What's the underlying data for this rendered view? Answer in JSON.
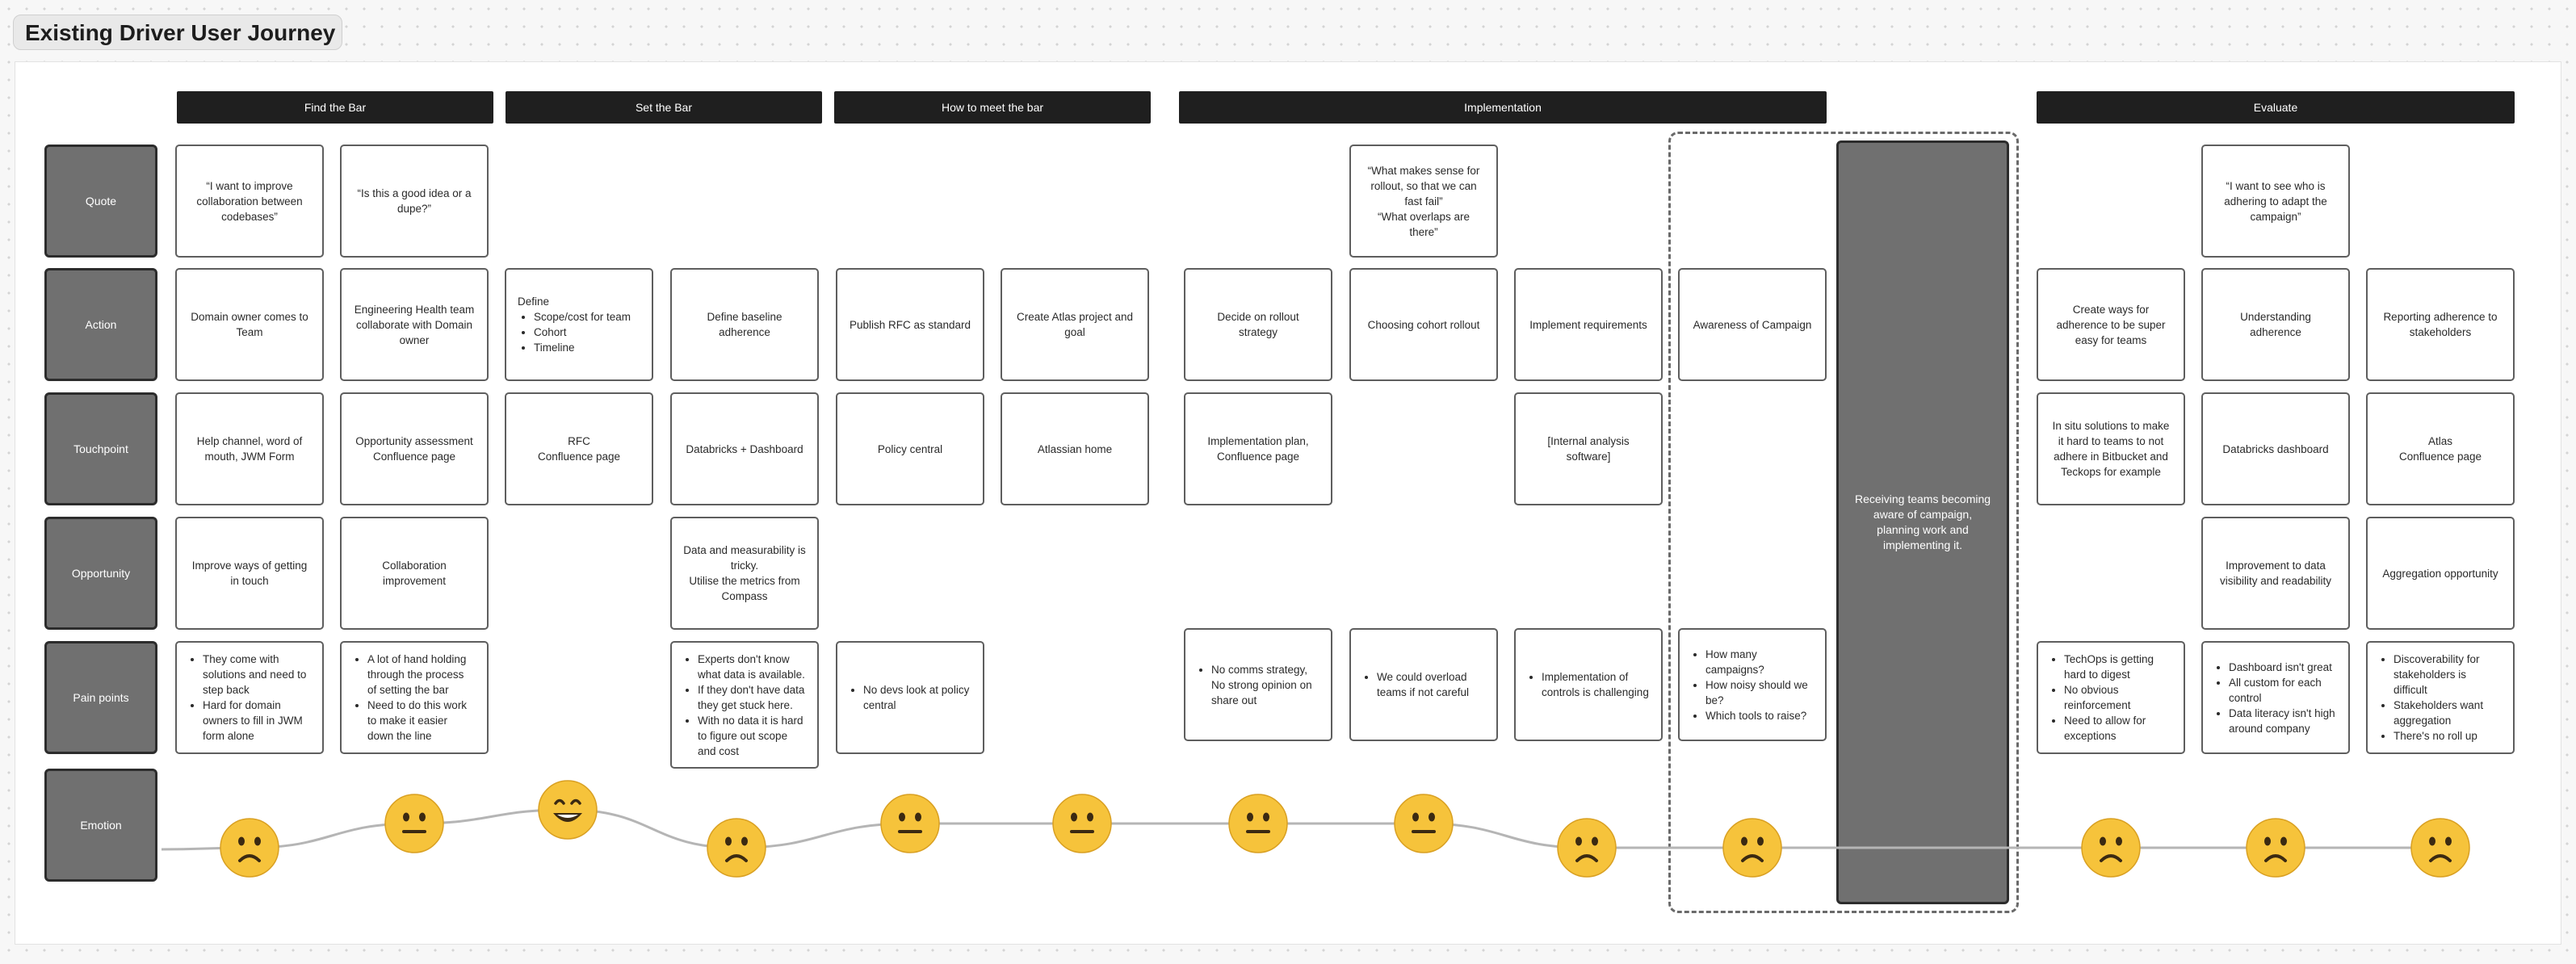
{
  "title": "Existing Driver User Journey",
  "phases": [
    {
      "label": "Find the Bar"
    },
    {
      "label": "Set the Bar"
    },
    {
      "label": "How to meet the bar"
    },
    {
      "label": "Implementation"
    },
    {
      "label": "Evaluate"
    }
  ],
  "rows": [
    {
      "label": "Quote"
    },
    {
      "label": "Action"
    },
    {
      "label": "Touchpoint"
    },
    {
      "label": "Opportunity"
    },
    {
      "label": "Pain points"
    },
    {
      "label": "Emotion"
    }
  ],
  "quotes": {
    "c1": "“I want to improve collaboration between codebases”",
    "c2": "“Is this a good idea or a dupe?”",
    "c8": "“What makes sense for rollout, so that we can fast fail”\n“What overlaps are there”",
    "c12": "“I want to see who is adhering to adapt the campaign”"
  },
  "actions": {
    "c1": "Domain owner comes to Team",
    "c2": "Engineering Health team collaborate with Domain owner",
    "c3_title": "Define",
    "c3_items": [
      "Scope/cost for team",
      "Cohort",
      "Timeline"
    ],
    "c4": "Define baseline adherence",
    "c5": "Publish RFC as standard",
    "c6": "Create Atlas project and goal",
    "c7": "Decide on rollout strategy",
    "c8": "Choosing cohort rollout",
    "c9": "Implement requirements",
    "c10": "Awareness of Campaign",
    "c11": "Create ways for adherence to be super easy for teams",
    "c12": "Understanding adherence",
    "c13": "Reporting adherence to stakeholders"
  },
  "touchpoints": {
    "c1": "Help channel, word of mouth, JWM Form",
    "c2": "Opportunity assessment Confluence page",
    "c3": "RFC\nConfluence page",
    "c4": "Databricks + Dashboard",
    "c5": "Policy central",
    "c6": "Atlassian home",
    "c7": "Implementation plan, Confluence page",
    "c9": "[Internal analysis software]",
    "c11": "In situ solutions to make it hard to teams to not adhere in Bitbucket and Teckops for example",
    "c12": "Databricks dashboard",
    "c13": "Atlas\nConfluence page"
  },
  "opportunities": {
    "c1": "Improve ways of getting in touch",
    "c2": "Collaboration improvement",
    "c4": "Data and measurability is tricky.\nUtilise the metrics from Compass",
    "c12": "Improvement to data visibility and readability",
    "c13": "Aggregation opportunity"
  },
  "pain_points": {
    "c1": [
      "They come with solutions and need to step back",
      "Hard for domain owners to fill in JWM form alone"
    ],
    "c2": [
      "A lot of hand holding through the process of setting the bar",
      "Need to do this work to make it easier down the line"
    ],
    "c4": [
      "Experts don't know what data is available.",
      "If they don't have data they get stuck here.",
      "With no data it is hard to figure out scope and cost"
    ],
    "c5": [
      "No devs look at policy central"
    ],
    "c7": [
      "No comms strategy, No strong opinion on share out"
    ],
    "c8": [
      "We could overload teams if not careful"
    ],
    "c9": [
      "Implementation of controls is challenging"
    ],
    "c10": [
      "How many campaigns?",
      "How noisy should we be?",
      "Which tools to raise?"
    ],
    "c11": [
      "TechOps is getting hard to digest",
      "No obvious reinforcement",
      "Need to allow for exceptions"
    ],
    "c12": [
      "Dashboard isn't great",
      "All custom for each control",
      "Data literacy isn't high around company"
    ],
    "c13": [
      "Discoverability for stakeholders is difficult",
      "Stakeholders want aggregation",
      "There's no roll up"
    ]
  },
  "highlight_card": "Receiving teams becoming aware of campaign, planning work and implementing it.",
  "emotions": [
    {
      "col": "c1",
      "mood": "sad",
      "level": 0
    },
    {
      "col": "c2",
      "mood": "neutral",
      "level": 1
    },
    {
      "col": "c3",
      "mood": "happy",
      "level": 2
    },
    {
      "col": "c4",
      "mood": "sad",
      "level": 0
    },
    {
      "col": "c5",
      "mood": "neutral",
      "level": 1
    },
    {
      "col": "c6",
      "mood": "neutral",
      "level": 1
    },
    {
      "col": "c7",
      "mood": "neutral",
      "level": 1
    },
    {
      "col": "c8",
      "mood": "neutral",
      "level": 1
    },
    {
      "col": "c9",
      "mood": "sad",
      "level": 0
    },
    {
      "col": "c10",
      "mood": "sad",
      "level": 0
    },
    {
      "col": "c11",
      "mood": "sad",
      "level": 0
    },
    {
      "col": "c12",
      "mood": "sad",
      "level": 0
    },
    {
      "col": "c13",
      "mood": "sad",
      "level": 0
    }
  ],
  "colors": {
    "header_bar": "#1f1f1f",
    "row_label": "#707070",
    "card_border": "#5e5e5e",
    "face_yellow": "#f6c33b",
    "emotion_line": "#b5b5b5"
  }
}
